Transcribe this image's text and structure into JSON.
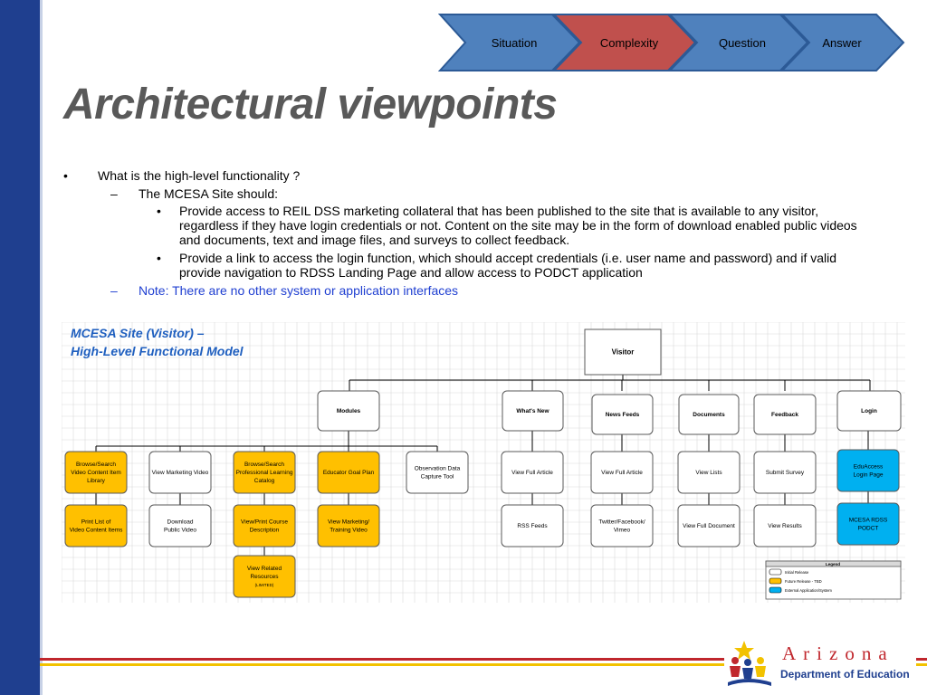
{
  "nav": {
    "steps": [
      {
        "label": "Situation",
        "color": "#4f81bd"
      },
      {
        "label": "Complexity",
        "color": "#c0504d"
      },
      {
        "label": "Question",
        "color": "#4f81bd"
      },
      {
        "label": "Answer",
        "color": "#4f81bd"
      }
    ]
  },
  "slide": {
    "title": "Architectural viewpoints",
    "bullet1": "What is the high-level functionality ?",
    "bullet2": "The MCESA Site should:",
    "bullet3a": "Provide access to REIL DSS marketing collateral that has been published to the site that is available to any visitor, regardless if they have login credentials or not. Content on the site may be in the form of download enabled public videos and documents, text and image files, and surveys to collect feedback.",
    "bullet3b": "Provide a link to access the login function, which should accept credentials (i.e. user name and password) and if valid provide navigation to RDSS Landing Page and allow access to PODCT application",
    "note": "Note: There are no other system or application interfaces",
    "bullet_marks": {
      "dot": "•",
      "dash": "–"
    }
  },
  "diagram": {
    "caption_line1": "MCESA Site (Visitor) –",
    "caption_line2": "High-Level Functional Model",
    "colors": {
      "initial": "#ffffff",
      "future": "#ffc000",
      "external": "#00b0f0",
      "stroke": "#595959",
      "grid": "#d9d9d9"
    },
    "root": "Visitor",
    "groups": {
      "modules": "Modules",
      "whats_new": "What's New",
      "news_feeds": "News Feeds",
      "documents": "Documents",
      "feedback": "Feedback",
      "login": "Login"
    },
    "module_items": {
      "browse_video": [
        "Browse/Search",
        "Video Content Item",
        "Library"
      ],
      "view_marketing": [
        "View Marketing Video"
      ],
      "browse_pl": [
        "Browse/Search",
        "Professional Learning",
        "Catalog"
      ],
      "educator_goal": [
        "Educator Goal Plan"
      ],
      "observation": [
        "Observation Data",
        "Capture Tool"
      ],
      "print_list": [
        "Print List of",
        "Video Content Items"
      ],
      "download": [
        "Download",
        "Public Video"
      ],
      "view_print_course": [
        "View/Print Course",
        "Description"
      ],
      "view_marketing_training": [
        "View Marketing/",
        "Training Video"
      ],
      "view_related": [
        "View Related",
        "Resources",
        "(LIMITED)"
      ]
    },
    "other_items": {
      "view_full_article_1": [
        "View Full Article"
      ],
      "rss_feeds": [
        "RSS Feeds"
      ],
      "view_full_article_2": [
        "View Full Article"
      ],
      "twitter": [
        "Twitter/Facebook/",
        "Vimeo"
      ],
      "view_lists": [
        "View Lists"
      ],
      "view_full_document": [
        "View Full Document"
      ],
      "submit_survey": [
        "Submit Survey"
      ],
      "view_results": [
        "View Results"
      ],
      "eduaccess": [
        "EduAccess",
        "Login Page"
      ],
      "mcesa_rdss": [
        "MCESA RDSS",
        "PODCT"
      ]
    },
    "legend": {
      "title": "Legend",
      "initial": "Initial Release",
      "future": "Future Release - TBD",
      "external": "External Application/System"
    }
  },
  "footer": {
    "logo_word": "Arizona",
    "logo_sub": "Department of Education",
    "colors": {
      "red": "#c0272d",
      "yellow": "#f2c200",
      "blue": "#1f3f8f"
    }
  }
}
